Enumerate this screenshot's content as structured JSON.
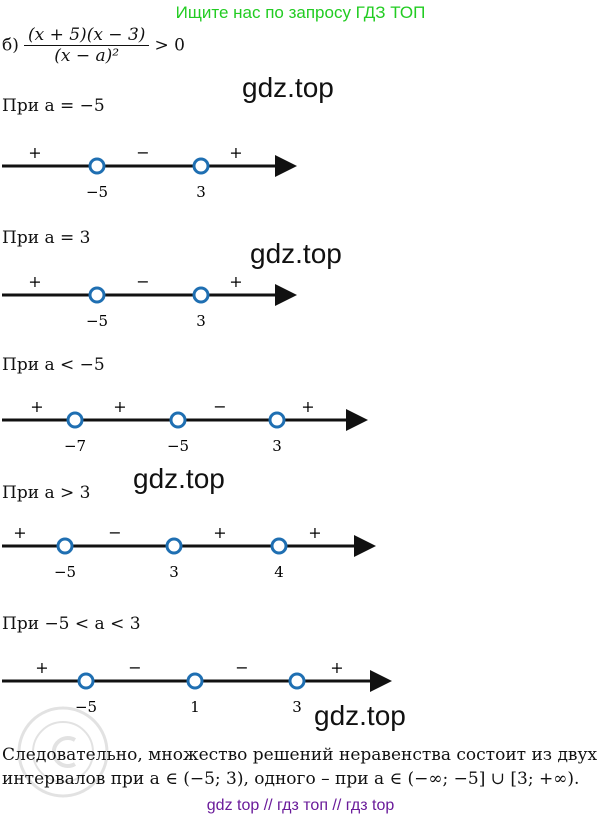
{
  "banner": "Ищите нас по запросу ГДЗ ТОП",
  "problem": {
    "label": "б)",
    "numerator": "(x + 5)(x − 3)",
    "denominator": "(x − a)²",
    "relation": "> 0"
  },
  "watermarks": [
    "gdz.top",
    "gdz.top",
    "gdz.top",
    "gdz.top"
  ],
  "cases": [
    {
      "title": "При a = −5",
      "signs": [
        "+",
        "−",
        "+"
      ],
      "points": [
        "−5",
        "3"
      ]
    },
    {
      "title": "При a = 3",
      "signs": [
        "+",
        "−",
        "+"
      ],
      "points": [
        "−5",
        "3"
      ]
    },
    {
      "title": "При a < −5",
      "signs": [
        "+",
        "+",
        "−",
        "+"
      ],
      "points": [
        "−7",
        "−5",
        "3"
      ]
    },
    {
      "title": "При a > 3",
      "signs": [
        "+",
        "−",
        "+",
        "+"
      ],
      "points": [
        "−5",
        "3",
        "4"
      ]
    },
    {
      "title": "При −5 < a < 3",
      "signs": [
        "+",
        "−",
        "−",
        "+"
      ],
      "points": [
        "−5",
        "1",
        "3"
      ]
    }
  ],
  "conclusion": [
    "Следовательно, множество решений неравенства состоит из двух",
    "интервалов при a ∈ (−5; 3), одного – при a ∈ (−∞; −5] ∪ [3; +∞)."
  ],
  "footer": "gdz top  //  гдз топ  //  гдз top",
  "colors": {
    "banner": "#22cc22",
    "point": "#1f6fb2",
    "footer": "#6a1b9a"
  }
}
